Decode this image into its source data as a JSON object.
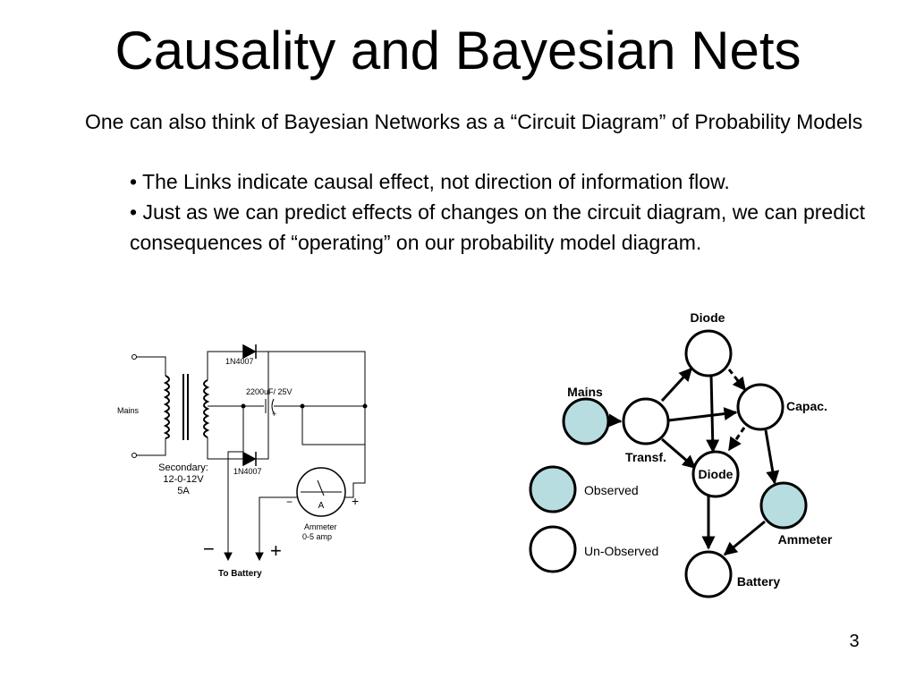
{
  "slide": {
    "title": "Causality and Bayesian Nets",
    "intro": "One can also think of Bayesian Networks as a “Circuit Diagram” of Probability Models",
    "bullets": [
      "• The Links indicate causal effect, not direction of information flow.",
      "• Just as we can predict effects of changes on the circuit diagram, we can predict consequences of “operating” on our probability model diagram."
    ],
    "page_number": "3"
  },
  "circuit": {
    "mains": "Mains",
    "diode_top": "1N4007",
    "capacitor": "2200uF/ 25V",
    "cap_plus": "+",
    "secondary_lines": [
      "Secondary:",
      "12-0-12V",
      "5A"
    ],
    "diode_bottom": "1N4007",
    "ammeter_symbol": "A",
    "ammeter_minus": "−",
    "ammeter_plus": "+",
    "ammeter_lines": [
      "Ammeter",
      "0-5 amp"
    ],
    "battery_minus": "−",
    "battery_plus": "+",
    "to_battery": "To Battery"
  },
  "network": {
    "nodes": {
      "diode_top": "Diode",
      "mains": "Mains",
      "transf": "Transf.",
      "capac": "Capac.",
      "diode_mid": "Diode",
      "ammeter": "Ammeter",
      "battery": "Battery"
    },
    "legend": {
      "observed": "Observed",
      "unobserved": "Un-Observed"
    },
    "colors": {
      "observed_fill": "#b7dde0",
      "unobserved_fill": "#ffffff",
      "stroke": "#000000"
    }
  }
}
